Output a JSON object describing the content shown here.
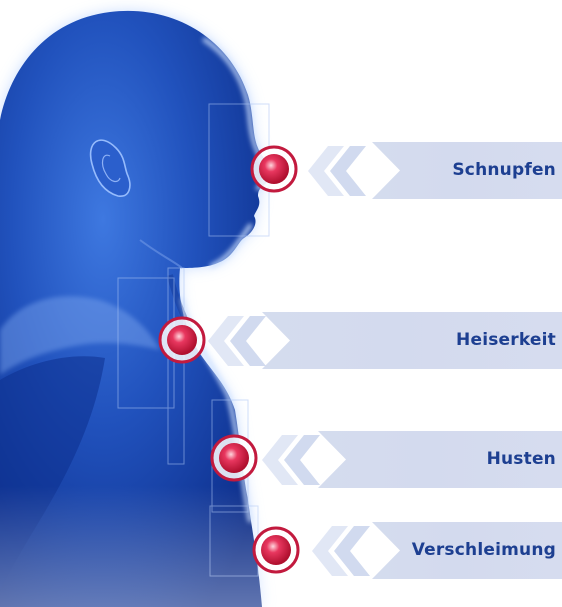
{
  "symptoms": [
    {
      "label": "Schnupfen"
    },
    {
      "label": "Heiserkeit"
    },
    {
      "label": "Husten"
    },
    {
      "label": "Verschleimung"
    }
  ],
  "colors": {
    "body_dark": "#0a2a8a",
    "body_mid": "#2c60d2",
    "body_light": "#8fb6f2",
    "glow": "#cfe0ff",
    "label_bar": "#d3daee",
    "label_text": "#1d3f91",
    "marker_ring": "#c21a3e",
    "marker_core": "#d81e4a"
  },
  "icons": {
    "marker": "target-dot-icon",
    "arrow": "double-chevron-left-icon"
  }
}
